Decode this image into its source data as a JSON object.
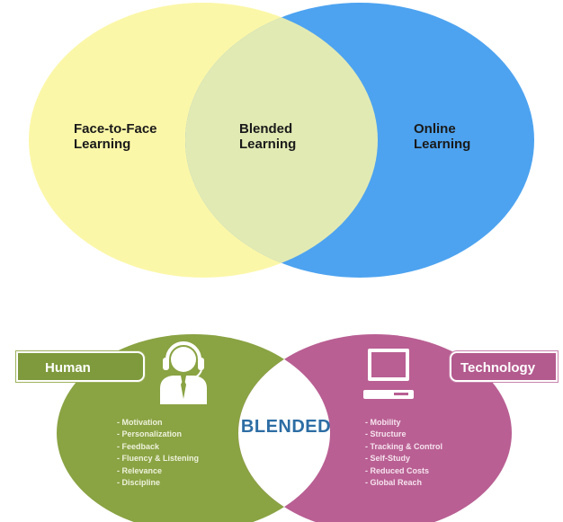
{
  "top_venn": {
    "left_label": [
      "Face-to-Face",
      "Learning"
    ],
    "center_label": [
      "Blended",
      "Learning"
    ],
    "right_label": [
      "Online",
      "Learning"
    ],
    "colors": {
      "left": "#fbf7a8",
      "right": "#4da3f0",
      "overlap": "#e2eab4"
    }
  },
  "bottom": {
    "human_tab": "Human",
    "technology_tab": "Technology",
    "center_word": "BLENDED",
    "human_items": [
      "Motivation",
      "Personalization",
      "Feedback",
      "Fluency & Listening",
      "Relevance",
      "Discipline"
    ],
    "technology_items": [
      "Mobility",
      "Structure",
      "Tracking & Control",
      "Self-Study",
      "Reduced Costs",
      "Global Reach"
    ],
    "icons": {
      "human": "headset-person-icon",
      "technology": "computer-monitor-icon"
    },
    "colors": {
      "human": "#8aa343",
      "technology": "#b95f93",
      "center_text": "#2d6da4"
    }
  }
}
